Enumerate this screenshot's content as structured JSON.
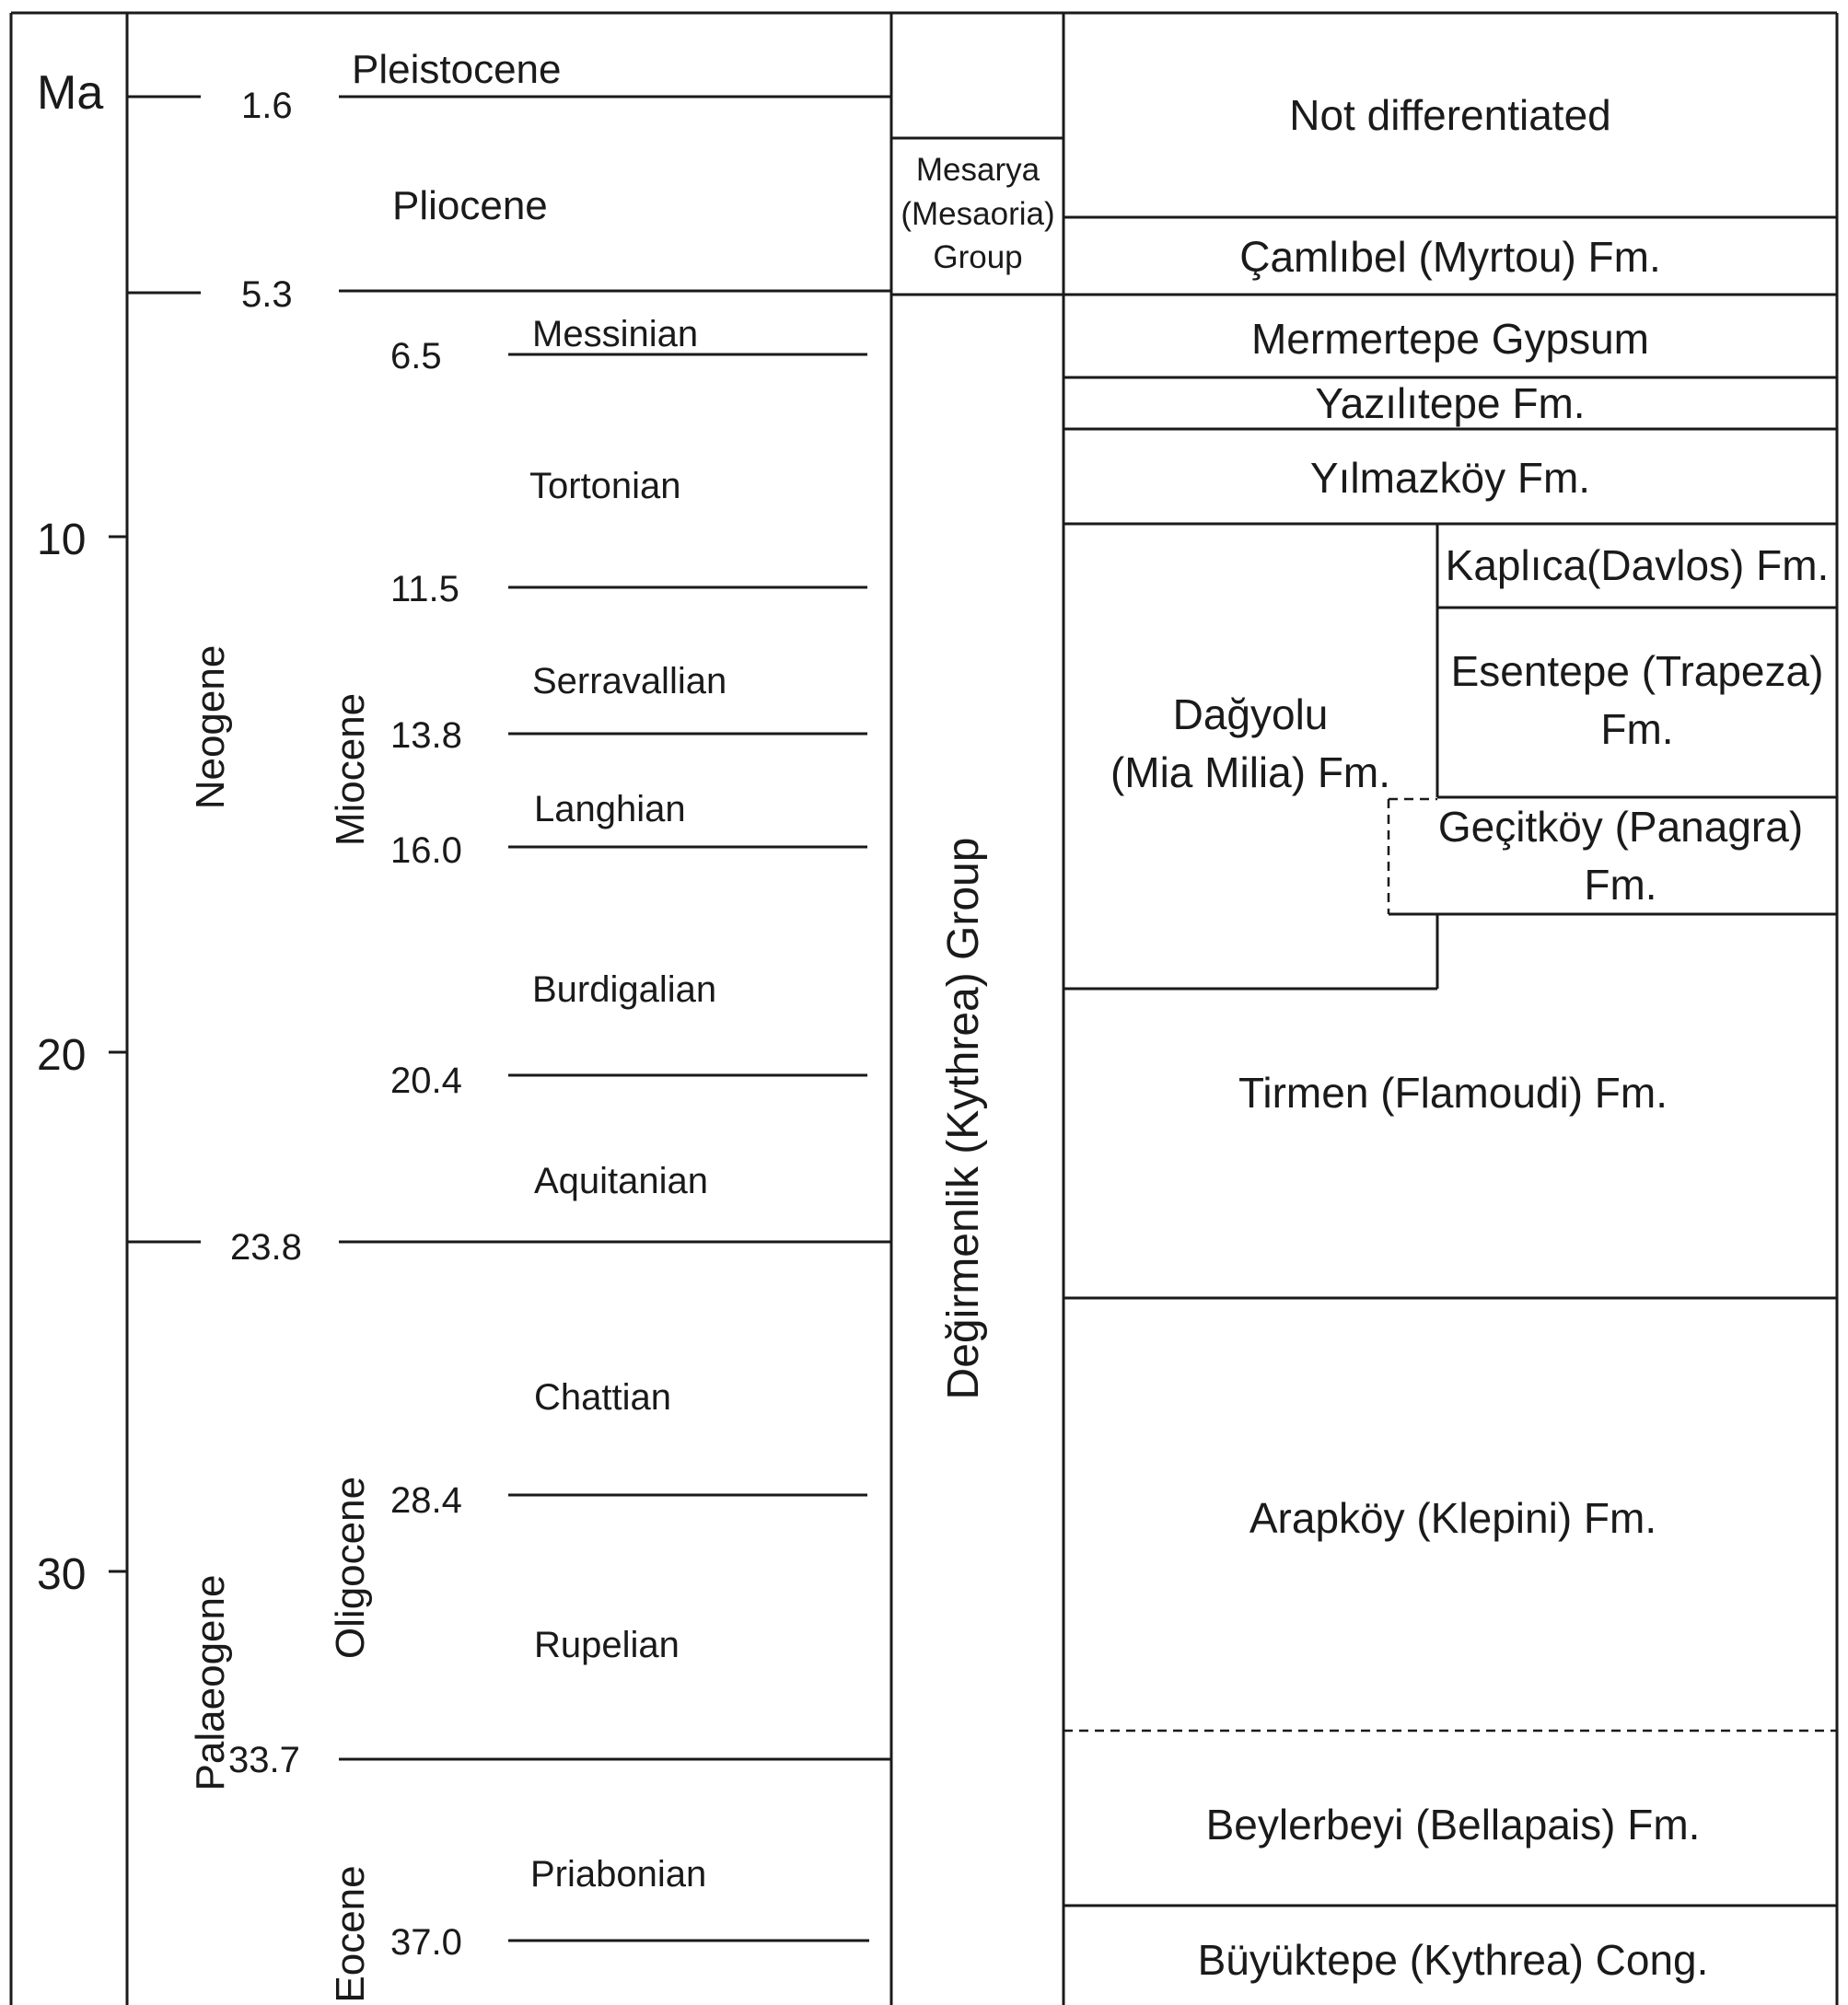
{
  "axis": {
    "unit_label": "Ma",
    "ticks": [
      "10",
      "20",
      "30"
    ]
  },
  "periods": [
    "Neogene",
    "Palaeogene"
  ],
  "epochs": [
    "Pleistocene",
    "Pliocene",
    "Miocene",
    "Oligocene",
    "Eocene"
  ],
  "boundary_ages": [
    "1.6",
    "5.3",
    "6.5",
    "11.5",
    "13.8",
    "16.0",
    "20.4",
    "23.8",
    "28.4",
    "33.7",
    "37.0"
  ],
  "stages": [
    "Messinian",
    "Tortonian",
    "Serravallian",
    "Langhian",
    "Burdigalian",
    "Aquitanian",
    "Chattian",
    "Rupelian",
    "Priabonian"
  ],
  "groups": {
    "mesarya": [
      "Mesarya",
      "(Mesaoria)",
      "Group"
    ],
    "degirmenlik": "Değirmenlik (Kythrea) Group"
  },
  "formations": {
    "not_differentiated": "Not differentiated",
    "camlibel": "Çamlıbel (Myrtou) Fm.",
    "mermertepe": "Mermertepe Gypsum",
    "yazilitepe": "Yazılıtepe Fm.",
    "yilmazkoy": "Yılmazköy Fm.",
    "kaplica": "Kaplıca(Davlos) Fm.",
    "esentepe": [
      "Esentepe (Trapeza)",
      "Fm."
    ],
    "dagyolu": [
      "Dağyolu",
      "(Mia Milia) Fm."
    ],
    "gecitkoy": [
      "Geçitköy (Panagra)",
      "Fm."
    ],
    "tirmen": "Tirmen (Flamoudi) Fm.",
    "arapkoy": "Arapköy (Klepini) Fm.",
    "beylerbeyi": "Beylerbeyi (Bellapais) Fm.",
    "buyuktepe": "Büyüktepe (Kythrea) Cong."
  }
}
